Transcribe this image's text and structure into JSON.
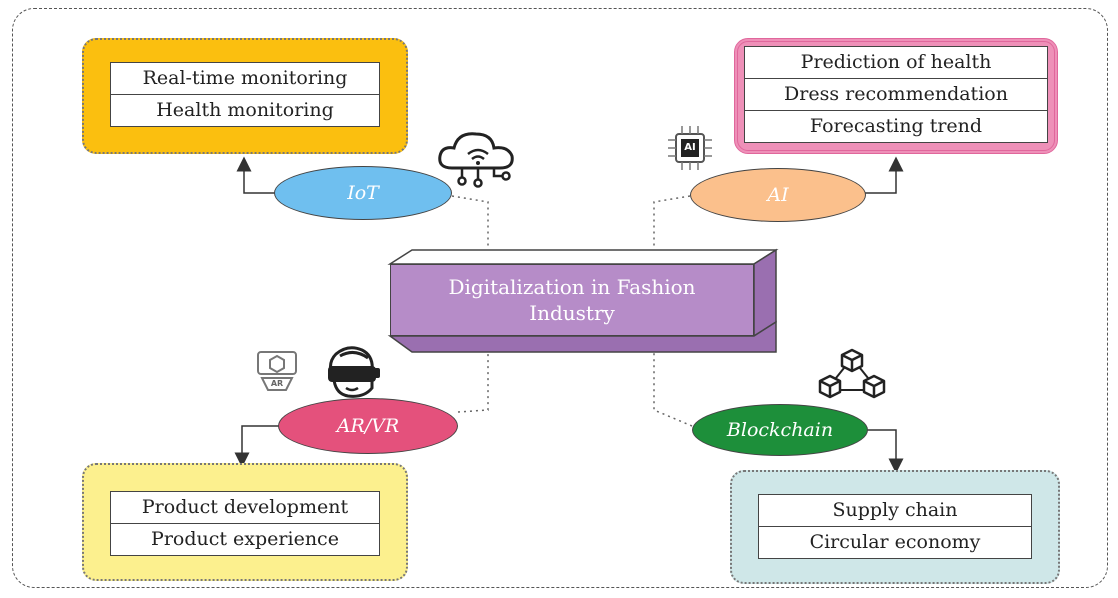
{
  "center": {
    "title": "Digitalization in Fashion Industry"
  },
  "technologies": {
    "iot": {
      "label": "IoT",
      "items": [
        "Real-time monitoring",
        "Health monitoring"
      ],
      "icon": "cloud-network-icon"
    },
    "ai": {
      "label": "AI",
      "items": [
        "Prediction of health",
        "Dress recommendation",
        "Forecasting trend"
      ],
      "icon": "ai-chip-icon",
      "chip_text": "AI"
    },
    "arvr": {
      "label": "AR/VR",
      "items": [
        "Product development",
        "Product experience"
      ],
      "icon": "vr-headset-icon",
      "badge_text": "AR"
    },
    "blockchain": {
      "label": "Blockchain",
      "items": [
        "Supply chain",
        "Circular economy"
      ],
      "icon": "blocks-icon"
    }
  },
  "colors": {
    "iot_panel": "#fbbf0f",
    "iot_node": "#6fbfef",
    "ai_panel": "#ee90b8",
    "ai_node": "#fbc08c",
    "arvr_panel": "#fcf08e",
    "arvr_node": "#e4517c",
    "blockchain_panel": "#cfe7e8",
    "blockchain_node": "#1d8f3a",
    "center": "#b68cc8"
  }
}
